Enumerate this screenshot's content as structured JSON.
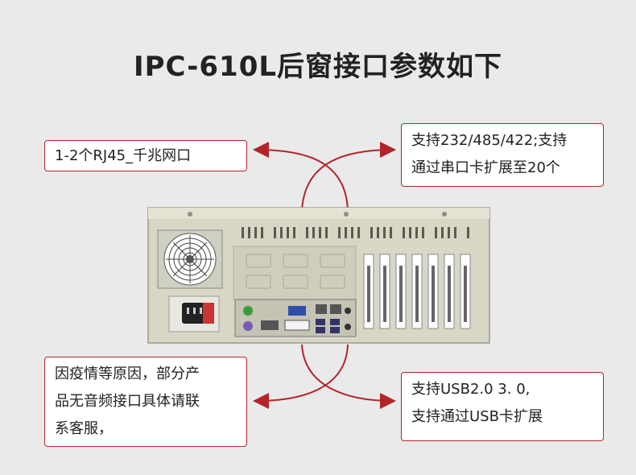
{
  "title": "IPC-610L后窗接口参数如下",
  "callouts": {
    "top_left": "1-2个RJ45_千兆网口",
    "top_right": [
      "支持232/485/422;支持",
      "通过串口卡扩展至20个"
    ],
    "bottom_left": [
      "因疫情等原因，部分产",
      "品无音频接口具体请联",
      "系客服，"
    ],
    "bottom_right": [
      "支持USB2.0 3. 0,",
      "支持通过USB卡扩展"
    ]
  },
  "colors": {
    "accent": "#b3242a",
    "chassis": "#d9d8c8",
    "background": "#eaeaea"
  }
}
